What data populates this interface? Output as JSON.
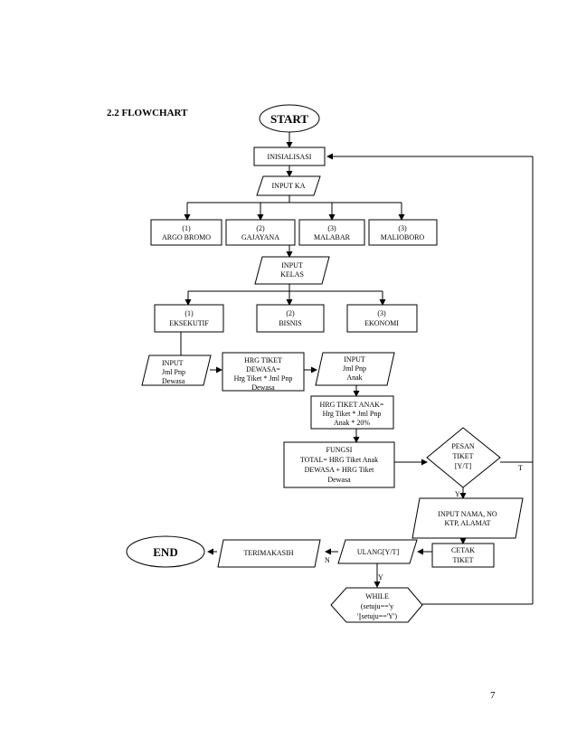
{
  "heading": "2.2 FLOWCHART",
  "page_number": "7",
  "nodes": {
    "start": "START",
    "inisialisasi": "INISIALISASI",
    "input_ka": "INPUT KA",
    "train1": [
      "(1)",
      "ARGO BROMO"
    ],
    "train2": [
      "(2)",
      "GAJAYANA"
    ],
    "train3": [
      "(3)",
      "MALABAR"
    ],
    "train4": [
      "(3)",
      "MALIOBORO"
    ],
    "input_kelas": [
      "INPUT",
      "KELAS"
    ],
    "class1": [
      "(1)",
      "EKSEKUTIF"
    ],
    "class2": [
      "(2)",
      "BISNIS"
    ],
    "class3": [
      "(3)",
      "EKONOMI"
    ],
    "input_dewasa": [
      "INPUT",
      "Jml Pnp",
      "Dewasa"
    ],
    "hrg_dewasa": [
      "HRG TIKET",
      "DEWASA=",
      "Hrg Tiket * Jml Pnp",
      "Dewasa"
    ],
    "input_anak": [
      "INPUT",
      "Jml Pnp",
      "Anak"
    ],
    "hrg_anak": [
      "HRG TIKET ANAK=",
      "Hrg Tiket * Jml Pnp",
      "Anak * 20%"
    ],
    "fungsi": [
      "FUNGSI",
      "TOTAL= HRG Tiket Anak",
      "DEWASA + HRG Tiket",
      "Dewasa"
    ],
    "pesan": [
      "PESAN",
      "TIKET",
      "[Y/T]"
    ],
    "input_nama": [
      "INPUT NAMA, NO",
      "KTP, ALAMAT"
    ],
    "cetak": [
      "CETAK",
      "TIKET"
    ],
    "ulang": "ULANG[Y/T]",
    "terimakasih": "TERIMAKASIH",
    "end": "END",
    "while": [
      "WHILE",
      "(setuju=='y",
      "'||setuju=='Y')"
    ]
  },
  "edge_labels": {
    "pesan_no": "T",
    "pesan_yes": "Y",
    "ulang_no": "N",
    "ulang_yes": "Y"
  }
}
